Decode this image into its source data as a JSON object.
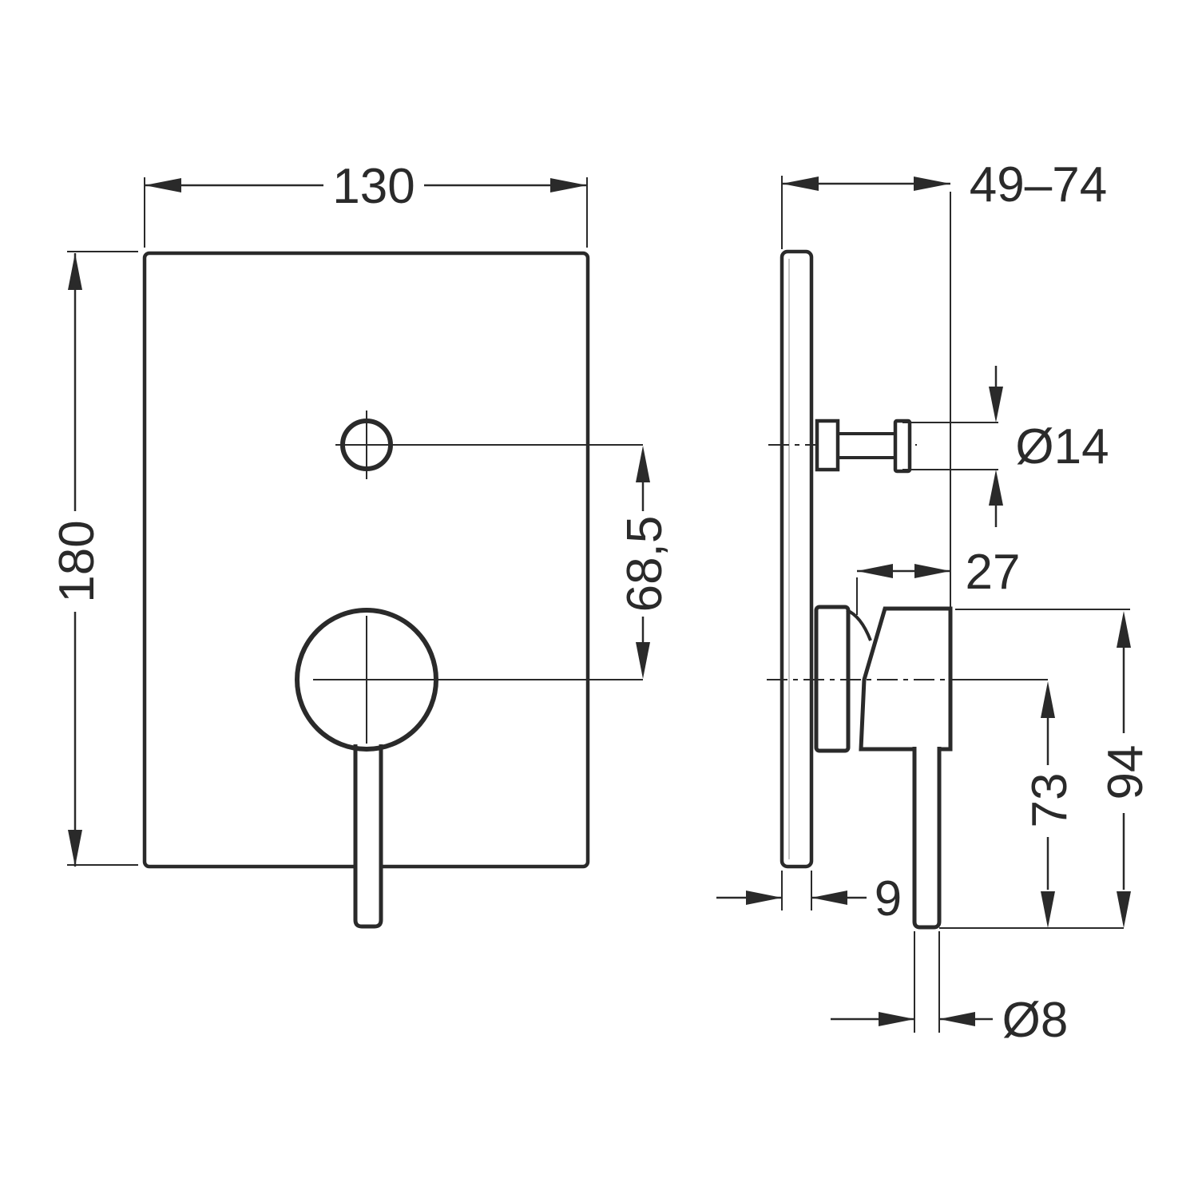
{
  "drawing": {
    "type": "technical-dimension-drawing",
    "subject": "concealed shower mixer with diverter, front and side views",
    "line_color": "#2a2a2a",
    "background_color": "#ffffff"
  },
  "front_view": {
    "dim_plate_width": "130",
    "dim_plate_height": "180",
    "dim_diverter_to_handle": "68,5"
  },
  "side_view": {
    "dim_install_depth_range": "49–74",
    "dim_diverter_knob_diameter": "Ø14",
    "dim_handle_body_depth": "27",
    "dim_lever_reach_total": "94",
    "dim_lever_reach_from_center": "73",
    "dim_plate_thickness": "9",
    "dim_lever_diameter": "Ø8"
  }
}
